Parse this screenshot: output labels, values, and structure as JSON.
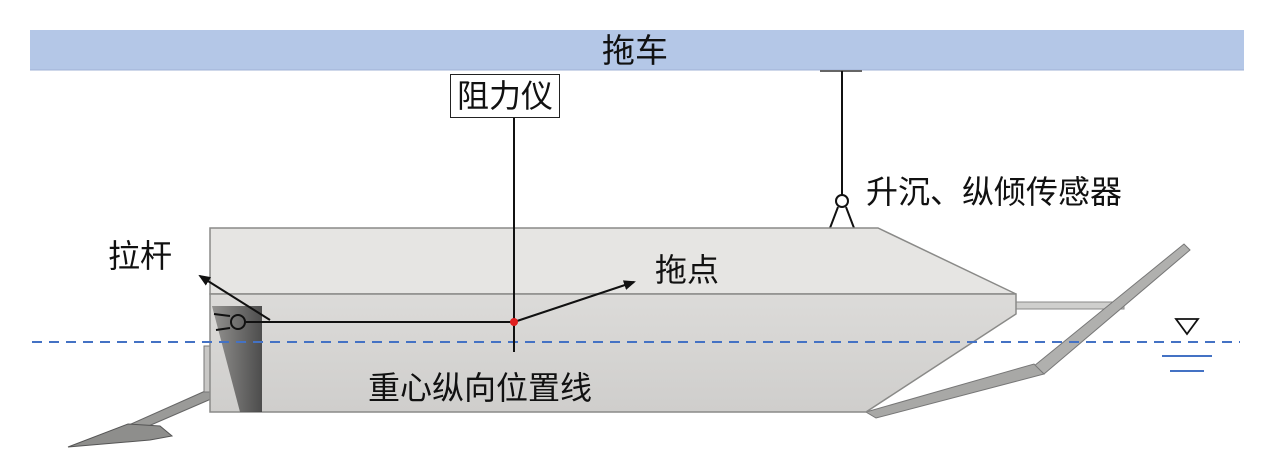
{
  "labels": {
    "carriage": "拖车",
    "resistance_meter": "阻力仪",
    "sensor": "升沉、纵倾传感器",
    "pull_rod": "拉杆",
    "tow_point": "拖点",
    "cg_line": "重心纵向位置线"
  },
  "colors": {
    "carriage_bar": "#b4c7e7",
    "hull_light": "#e4e3e1",
    "hull_side": "#d3d2d0",
    "waterline": "#4472c4",
    "tow_point": "#e02020"
  }
}
